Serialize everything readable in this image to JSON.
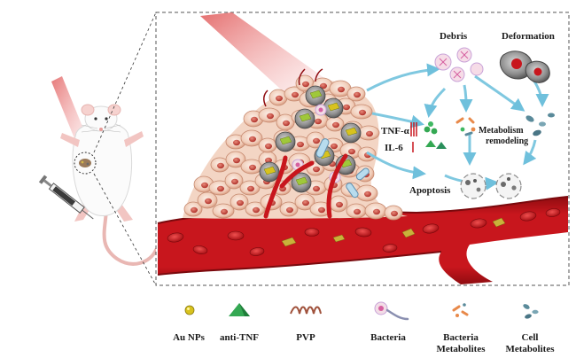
{
  "diagram": {
    "panel_labels": {
      "debris": "Debris",
      "deformation": "Deformation",
      "tnf": "TNF-α",
      "il6": "IL-6",
      "metabolism_line1": "Metabolism",
      "metabolism_line2": "remodeling",
      "apoptosis": "Apoptosis"
    },
    "legend": [
      {
        "key": "au-nps",
        "label_lines": [
          "Au NPs"
        ],
        "color": "#d8c21e"
      },
      {
        "key": "anti-tnf",
        "label_lines": [
          "anti-TNF"
        ],
        "color": "#34a853"
      },
      {
        "key": "pvp",
        "label_lines": [
          "PVP"
        ],
        "color": "#a0523c"
      },
      {
        "key": "bacteria",
        "label_lines": [
          "Bacteria"
        ],
        "color": "#c9a3d8"
      },
      {
        "key": "bacteria-metabolites",
        "label_lines": [
          "Bacteria",
          "Metabolites"
        ],
        "color": "#e8894a"
      },
      {
        "key": "cell-metabolites",
        "label_lines": [
          "Cell",
          "Metabolites"
        ],
        "color": "#5a8a9a"
      }
    ],
    "colors": {
      "vessel": "#c8161d",
      "rbc": "#d8262b",
      "tissue": "#f3d5c4",
      "cell": "#f6dccf",
      "arrow": "#7fc8e0",
      "laser": "#e26a6a"
    }
  }
}
